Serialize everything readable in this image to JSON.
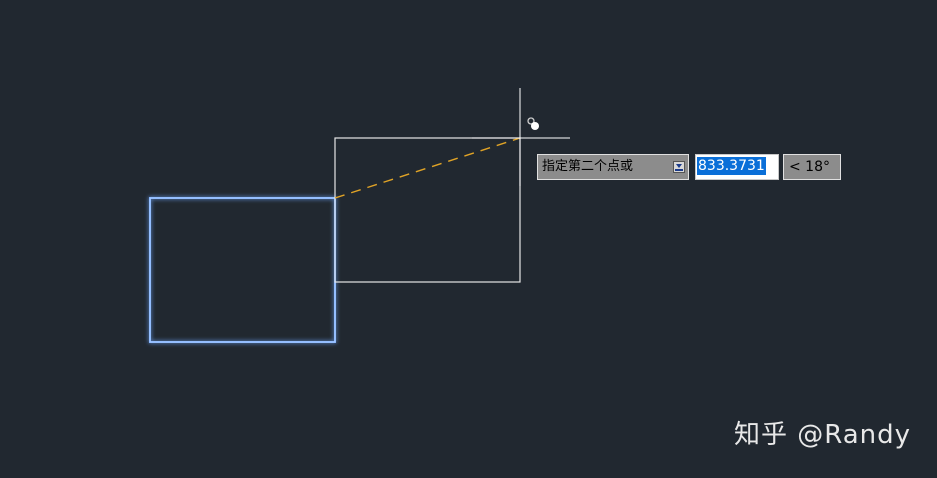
{
  "command_prompt": {
    "text": "指定第二个点或",
    "options_icon": "dropdown-arrow-icon"
  },
  "length_input": {
    "value": "833.3731"
  },
  "angle_display": {
    "value": "< 18°"
  },
  "watermark": {
    "text": "知乎 @Randy"
  },
  "colors": {
    "background": "#212830",
    "selected_rect": "#6fa8ff",
    "preview_rect": "#e6e6e6",
    "tracking_line": "#e0a326",
    "crosshair": "#ffffff",
    "input_highlight": "#0a6fd8"
  }
}
